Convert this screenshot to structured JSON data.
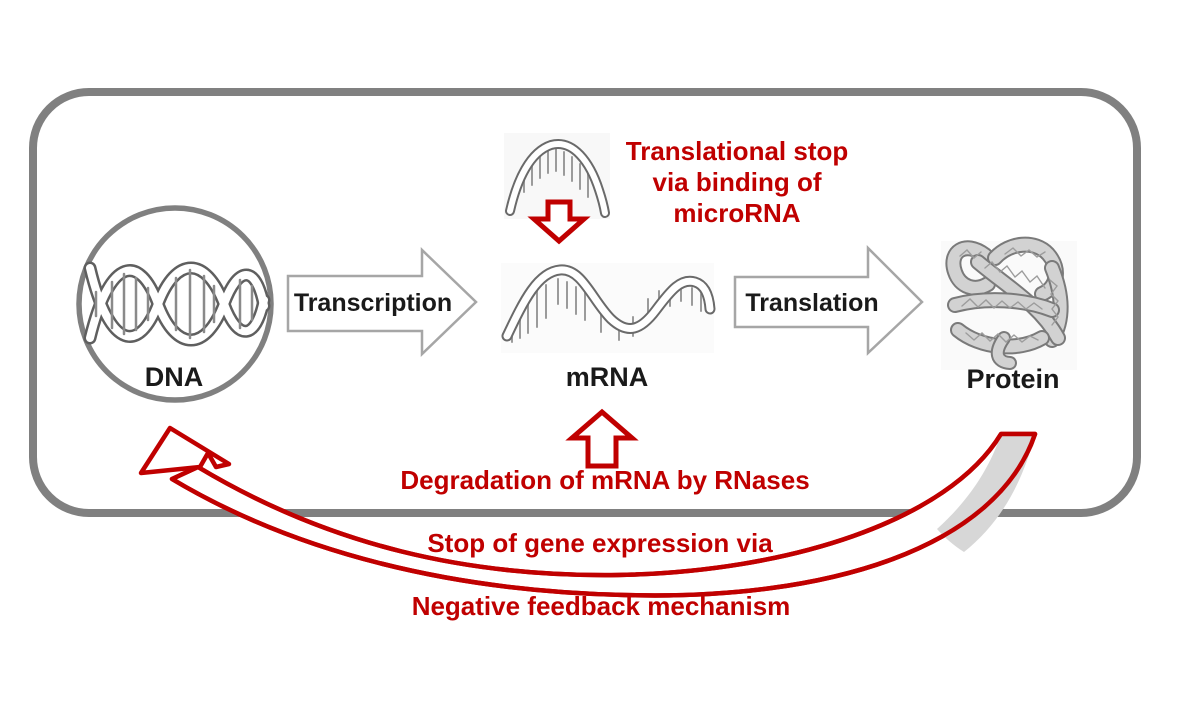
{
  "diagram": {
    "nodes": [
      {
        "id": "dna",
        "label": "DNA"
      },
      {
        "id": "mrna",
        "label": "mRNA"
      },
      {
        "id": "protein",
        "label": "Protein"
      }
    ],
    "process_arrows": [
      {
        "id": "transcription",
        "label": "Transcription"
      },
      {
        "id": "translation",
        "label": "Translation"
      }
    ],
    "annotations": {
      "translational_stop": {
        "lines": [
          "Translational stop",
          "via binding of",
          "microRNA"
        ]
      },
      "degradation": "Degradation of mRNA by RNases",
      "stop_gene_expression": "Stop of gene expression via",
      "negative_feedback": "Negative feedback mechanism"
    },
    "icons": {
      "dna_helix": "dna-double-helix-in-circle",
      "mrna_strand": "wavy-mrna-strand",
      "microrna_strand": "arched-microrna-strand",
      "protein_blob": "tangled-protein-ribbon",
      "down_arrow": "red-block-arrow-down",
      "up_arrow": "red-block-arrow-up",
      "feedback_arrow": "red-curved-feedback-arrow"
    },
    "colors": {
      "annotation_red": "#C00000",
      "border_gray": "#808080",
      "process_arrow_outline": "#A6A6A6",
      "label_black": "#1A1A1A",
      "ribbon_gray": "#D2D2D2",
      "tail_gray": "#D7D7D7"
    }
  }
}
